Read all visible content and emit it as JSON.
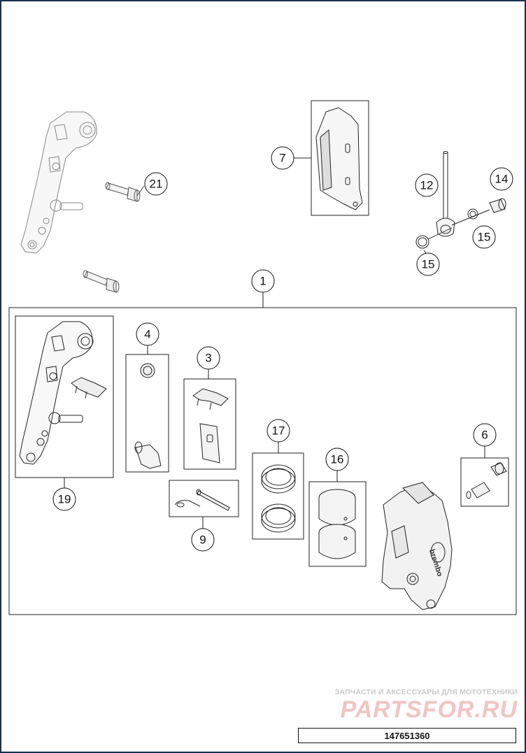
{
  "callouts": {
    "c1": "1",
    "c3": "3",
    "c4": "4",
    "c6": "6",
    "c7": "7",
    "c9": "9",
    "c12": "12",
    "c14": "14",
    "c15a": "15",
    "c15b": "15",
    "c16": "16",
    "c17": "17",
    "c19": "19",
    "c21": "21"
  },
  "watermark": {
    "tagline": "ЗАПЧАСТИ И АКСЕССУАРЫ ДЛЯ МОТОТЕХНИКИ",
    "logo": "PARTSFOR.RU"
  },
  "drawing_number": "147651360",
  "caliper_brand": "brembo"
}
